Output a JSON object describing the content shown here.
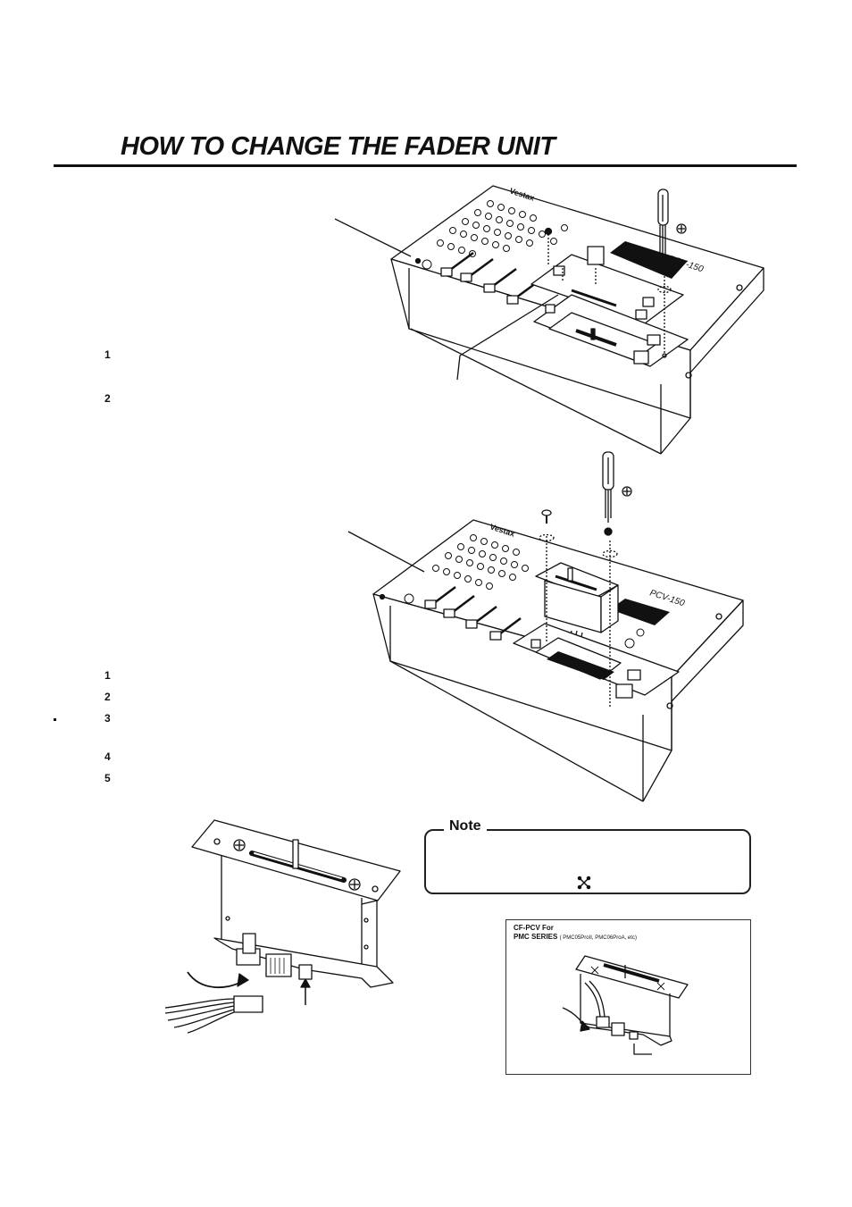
{
  "page": {
    "title": "HOW TO CHANGE THE FADER UNIT"
  },
  "section1": {
    "steps": [
      "1",
      "2"
    ]
  },
  "section2": {
    "steps": [
      "1",
      "2",
      "3",
      "4",
      "5"
    ]
  },
  "note": {
    "label": "Note"
  },
  "inset": {
    "line1": "CF-PCV For",
    "line2": "PMC SERIES",
    "models": "( PMC05ProII, PMC06ProA, etc)"
  },
  "device": {
    "brand": "Vestax",
    "model": "PCV-150"
  },
  "icons": {
    "screwdriver": "screwdriver-icon",
    "plus_screw": "phillips-screw-icon",
    "connector": "connector-icon",
    "cross_screw": "cross-screw-icon"
  }
}
